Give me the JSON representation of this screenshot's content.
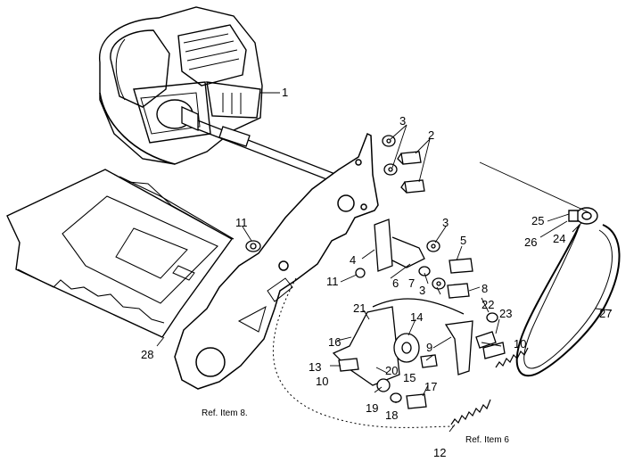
{
  "callouts": [
    {
      "id": "c1",
      "text": "1"
    },
    {
      "id": "c2",
      "text": "2"
    },
    {
      "id": "c3a",
      "text": "3"
    },
    {
      "id": "c3b",
      "text": "3"
    },
    {
      "id": "c3c",
      "text": "3"
    },
    {
      "id": "c4",
      "text": "4"
    },
    {
      "id": "c5",
      "text": "5"
    },
    {
      "id": "c6",
      "text": "6"
    },
    {
      "id": "c7",
      "text": "7"
    },
    {
      "id": "c8",
      "text": "8"
    },
    {
      "id": "c9",
      "text": "9"
    },
    {
      "id": "c10a",
      "text": "10"
    },
    {
      "id": "c10b",
      "text": "10"
    },
    {
      "id": "c11a",
      "text": "11"
    },
    {
      "id": "c11b",
      "text": "11"
    },
    {
      "id": "c12",
      "text": "12"
    },
    {
      "id": "c13",
      "text": "13"
    },
    {
      "id": "c14",
      "text": "14"
    },
    {
      "id": "c15",
      "text": "15"
    },
    {
      "id": "c16",
      "text": "16"
    },
    {
      "id": "c17",
      "text": "17"
    },
    {
      "id": "c18",
      "text": "18"
    },
    {
      "id": "c19",
      "text": "19"
    },
    {
      "id": "c20",
      "text": "20"
    },
    {
      "id": "c21",
      "text": "21"
    },
    {
      "id": "c22",
      "text": "22"
    },
    {
      "id": "c23",
      "text": "23"
    },
    {
      "id": "c24",
      "text": "24"
    },
    {
      "id": "c25",
      "text": "25"
    },
    {
      "id": "c26",
      "text": "26"
    },
    {
      "id": "c27",
      "text": "27"
    },
    {
      "id": "c28",
      "text": "28"
    }
  ],
  "references": {
    "ref_item_8": "Ref. Item 8.",
    "ref_item_6": "Ref. Item 6"
  }
}
